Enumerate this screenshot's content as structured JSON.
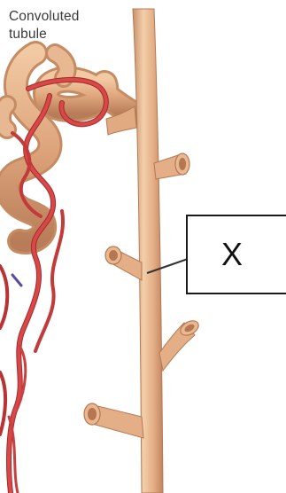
{
  "diagram": {
    "caption_line1": "Convoluted",
    "caption_line2": "tubule",
    "label": "X"
  },
  "colors": {
    "tubule_fill": "#e6b48a",
    "tubule_shadow": "#c98f62",
    "tubule_highlight": "#f6d7b8",
    "vessel_red": "#cf3d3d",
    "vessel_dark": "#8e2020",
    "pointer_line": "#333333"
  }
}
